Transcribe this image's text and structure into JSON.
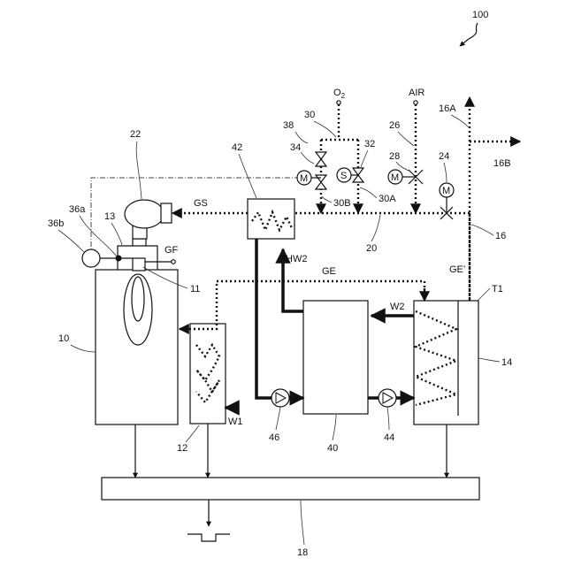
{
  "labels": {
    "fig": "100",
    "o2": "O",
    "o2_sub": "2",
    "air": "AIR",
    "n16A": "16A",
    "n16B": "16B",
    "n30": "30",
    "n26": "26",
    "n38": "38",
    "n34": "34",
    "n32": "32",
    "n28": "28",
    "n24": "24",
    "n42": "42",
    "n22": "22",
    "n36a": "36a",
    "n36b": "36b",
    "n13": "13",
    "gs": "GS",
    "gf": "GF",
    "n30B": "30B",
    "n30A": "30A",
    "n20": "20",
    "n16": "16",
    "hw2": "HW2",
    "ge": "GE",
    "ge2": "GE’",
    "t1": "T1",
    "n11": "11",
    "w2": "W2",
    "n10": "10",
    "n14": "14",
    "w1": "W1",
    "n46": "46",
    "n44": "44",
    "n12": "12",
    "n40": "40",
    "n18": "18"
  },
  "icons": {
    "motor": "M",
    "solenoid": "S"
  }
}
